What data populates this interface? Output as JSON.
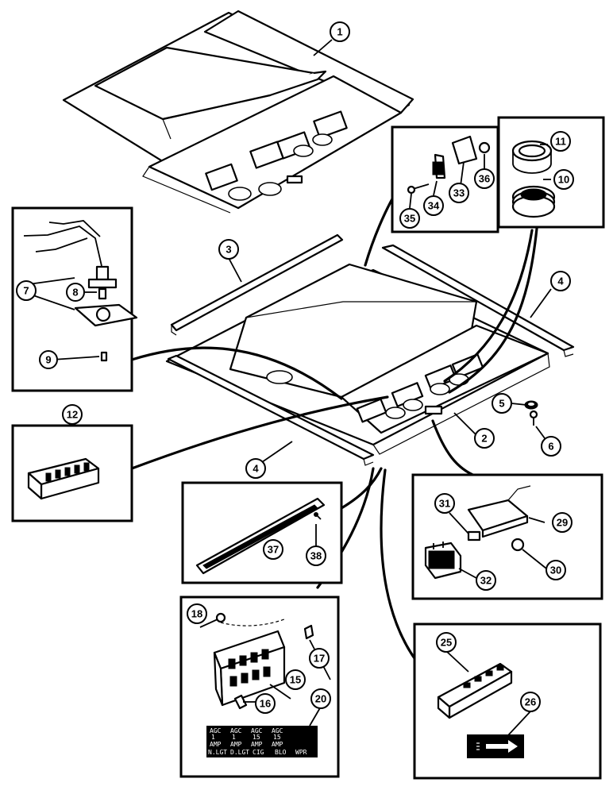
{
  "callouts": {
    "c1": "1",
    "c2": "2",
    "c3": "3",
    "c4a": "4",
    "c4b": "4",
    "c5": "5",
    "c6": "6",
    "c7": "7",
    "c8": "8",
    "c9": "9",
    "c10": "10",
    "c11": "11",
    "c12": "12",
    "c15": "15",
    "c16": "16",
    "c17": "17",
    "c18": "18",
    "c20": "20",
    "c25": "25",
    "c26": "26",
    "c29": "29",
    "c30": "30",
    "c31": "31",
    "c32": "32",
    "c33": "33",
    "c34": "34",
    "c35": "35",
    "c36": "36",
    "c37": "37",
    "c38": "38"
  },
  "decal": {
    "row1": [
      "AGC",
      "AGC",
      "AGC",
      "AGC"
    ],
    "row2": [
      "1",
      "1",
      "15",
      "15"
    ],
    "row3": [
      "AMP",
      "AMP",
      "AMP",
      "AMP"
    ],
    "row4": [
      "N.LGT",
      "D.LGT",
      "CIG",
      "BLO",
      "WPR"
    ]
  },
  "colors": {
    "line": "#000000",
    "background": "#ffffff"
  }
}
